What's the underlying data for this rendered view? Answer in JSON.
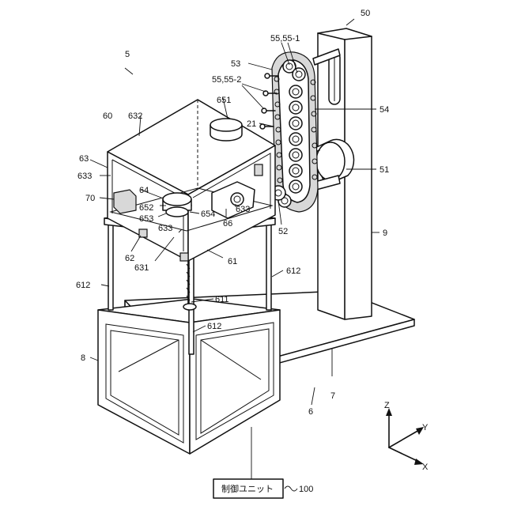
{
  "labels": {
    "l50": "50",
    "l5": "5",
    "l55_1": "55,55-1",
    "l53": "53",
    "l55_2": "55,55-2",
    "l651": "651",
    "l54": "54",
    "l60": "60",
    "l632": "632",
    "l21": "21",
    "l63": "63",
    "l633a": "633",
    "l51": "51",
    "l70": "70",
    "l64": "64",
    "l652": "652",
    "l653": "653",
    "l654": "654",
    "l633b": "633",
    "l66": "66",
    "l52": "52",
    "l9": "9",
    "l633c": "633",
    "l62": "62",
    "l631": "631",
    "l61": "61",
    "l612a": "612",
    "l612b": "612",
    "l611": "611",
    "l612c": "612",
    "l8": "8",
    "l7": "7",
    "l6": "6",
    "lz": "Z",
    "ly": "Y",
    "lx": "X",
    "l100": "100",
    "control_unit": "制御ユニット"
  }
}
